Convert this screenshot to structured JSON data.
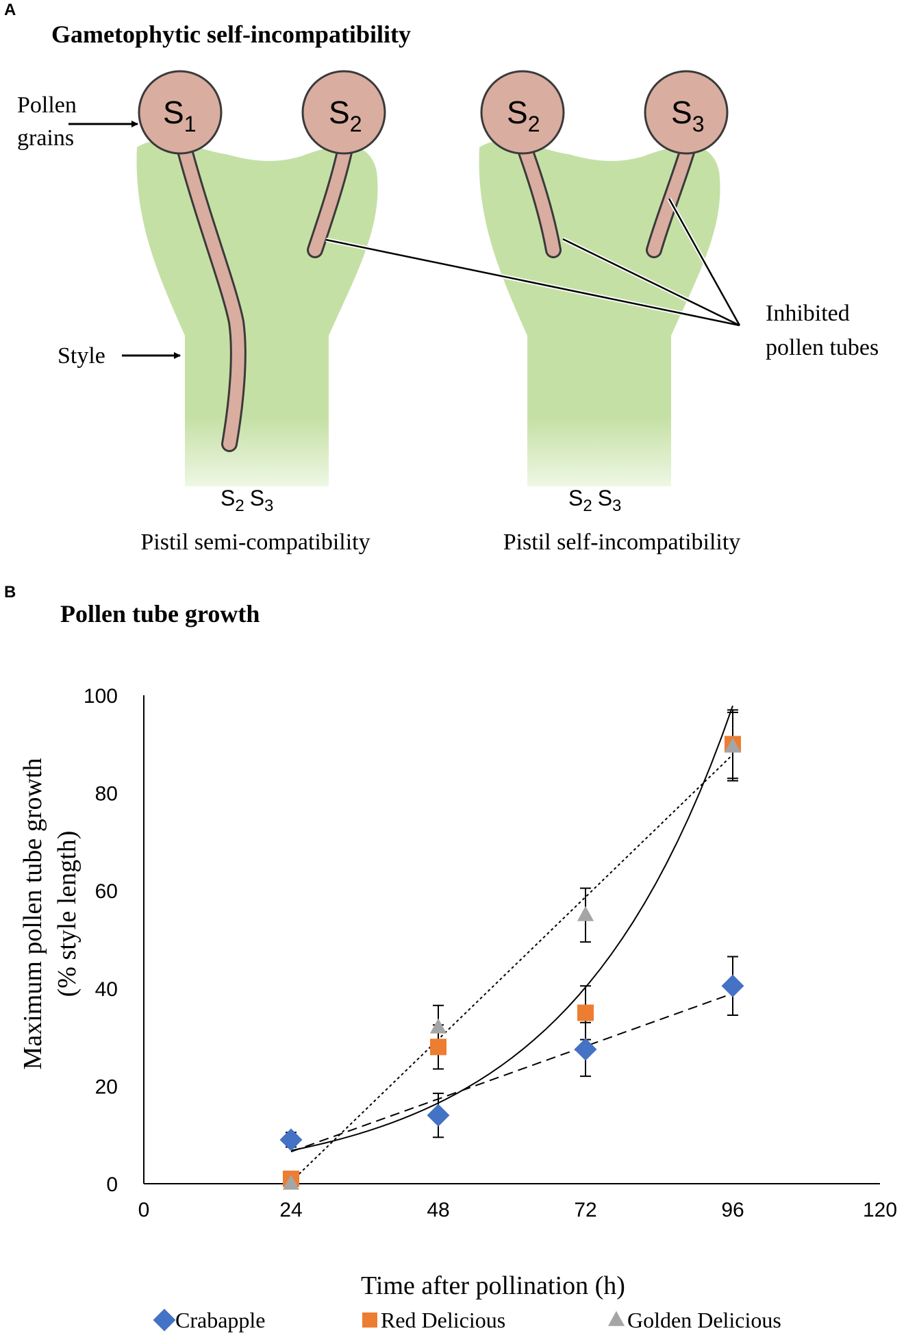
{
  "panel_a": {
    "letter": "A",
    "title": "Gametophytic self-incompatibility",
    "label_pollen_line1": "Pollen",
    "label_pollen_line2": "grains",
    "label_style": "Style",
    "label_inhibited_line1": "Inhibited",
    "label_inhibited_line2": "pollen tubes",
    "left_pistil": {
      "pollen": [
        "S",
        "S"
      ],
      "pollen_subs": [
        "1",
        "2"
      ],
      "genotype": [
        "S",
        "S"
      ],
      "genotype_subs": [
        "2",
        "3"
      ],
      "caption": "Pistil semi-compatibility"
    },
    "right_pistil": {
      "pollen": [
        "S",
        "S"
      ],
      "pollen_subs": [
        "2",
        "3"
      ],
      "genotype": [
        "S",
        "S"
      ],
      "genotype_subs": [
        "2",
        "3"
      ],
      "caption": "Pistil self-incompatibility"
    },
    "colors": {
      "pistil": "#c5e0a5",
      "pollen": "#d9ada0",
      "outline": "#3a3a3a"
    }
  },
  "panel_b": {
    "letter": "B",
    "title": "Pollen tube growth"
  },
  "chart_data": {
    "type": "scatter",
    "xlabel": "Time after pollination (h)",
    "ylabel_line1": "Maximum pollen tube growth",
    "ylabel_line2": "(% style length)",
    "xlim": [
      0,
      120
    ],
    "ylim": [
      0,
      100
    ],
    "xticks": [
      0,
      24,
      48,
      72,
      96,
      120
    ],
    "yticks": [
      0,
      20,
      40,
      60,
      80,
      100
    ],
    "grid": false,
    "legend_position": "bottom",
    "series": [
      {
        "name": "Crabapple",
        "marker": "diamond",
        "color": "#4472c4",
        "trend": "linear-dashed",
        "x": [
          24,
          48,
          72,
          96
        ],
        "y": [
          9,
          14,
          27.5,
          40.5
        ],
        "err": [
          1.5,
          4.5,
          5.5,
          6
        ]
      },
      {
        "name": "Red Delicious",
        "marker": "square",
        "color": "#ed7d31",
        "trend": "exponential-solid",
        "x": [
          24,
          48,
          72,
          96
        ],
        "y": [
          1,
          28,
          35,
          90
        ],
        "err": [
          0,
          4.5,
          5.5,
          7
        ]
      },
      {
        "name": "Golden Delicious",
        "marker": "triangle",
        "color": "#a5a5a5",
        "trend": "linear-dotted",
        "x": [
          24,
          48,
          72,
          96
        ],
        "y": [
          0,
          32,
          55,
          89.5
        ],
        "err": [
          0,
          4.5,
          5.5,
          7
        ]
      }
    ]
  }
}
